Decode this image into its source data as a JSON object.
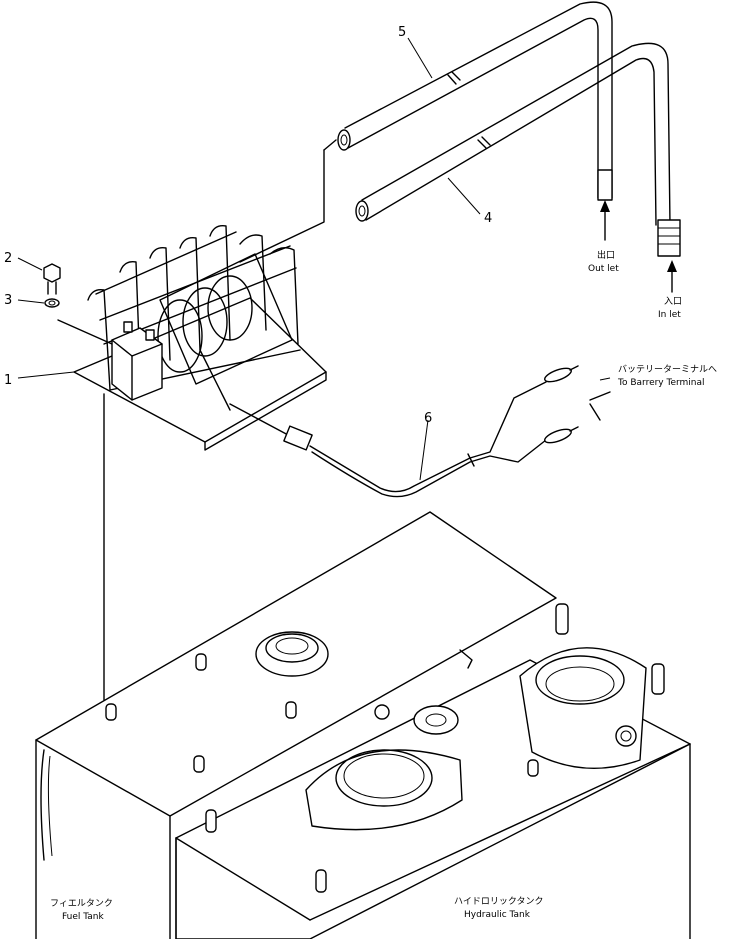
{
  "callouts": {
    "item_1": "1",
    "item_2": "2",
    "item_3": "3",
    "item_4": "4",
    "item_5": "5",
    "item_6": "6"
  },
  "labels": {
    "outlet_jp": "出口",
    "outlet_en": "Out let",
    "inlet_jp": "入口",
    "inlet_en": "In let",
    "battery_jp": "バッテリーターミナルへ",
    "battery_en": "To Barrery Terminal",
    "fuel_tank_jp": "フィエルタンク",
    "fuel_tank_en": "Fuel Tank",
    "hydraulic_tank_jp": "ハイドロリックタンク",
    "hydraulic_tank_en": "Hydraulic Tank"
  }
}
